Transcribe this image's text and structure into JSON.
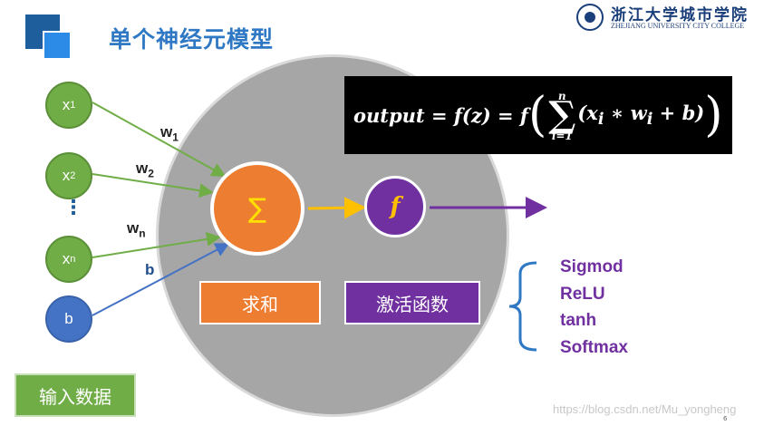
{
  "header": {
    "title": "单个神经元模型"
  },
  "logo": {
    "chinese": "浙江大学城市学院",
    "english": "ZHEJIANG UNIVERSITY CITY COLLEGE"
  },
  "formula": {
    "lhs": "output = f(z) = f",
    "sum_top": "n",
    "sum_bottom": "i=1",
    "body": "(x",
    "body_sub": "i",
    "body_mid": " ∗ w",
    "body_sub2": "i",
    "body_end": " + b)"
  },
  "inputs": {
    "x1": "x",
    "x1_sub": "1",
    "x2": "x",
    "x2_sub": "2",
    "xn": "x",
    "xn_sub": "n",
    "b": "b",
    "dots": "⋮"
  },
  "weights": {
    "w1": "w",
    "w1_sub": "1",
    "w2": "w",
    "w2_sub": "2",
    "wn": "w",
    "wn_sub": "n",
    "b": "b"
  },
  "neuron": {
    "sum_symbol": "∑",
    "activation_symbol": "f",
    "sum_label": "求和",
    "activation_label": "激活函数"
  },
  "activations": [
    "Sigmod",
    "ReLU",
    "tanh",
    "Softmax"
  ],
  "input_label": "输入数据",
  "watermark": "https://blog.csdn.net/Mu_yongheng",
  "page_number": "6",
  "colors": {
    "title": "#2f78c4",
    "input_node": "#70ad47",
    "bias_node": "#4472c4",
    "sum": "#ed7d31",
    "activation": "#7030a0",
    "circle": "#a6a6a6"
  }
}
